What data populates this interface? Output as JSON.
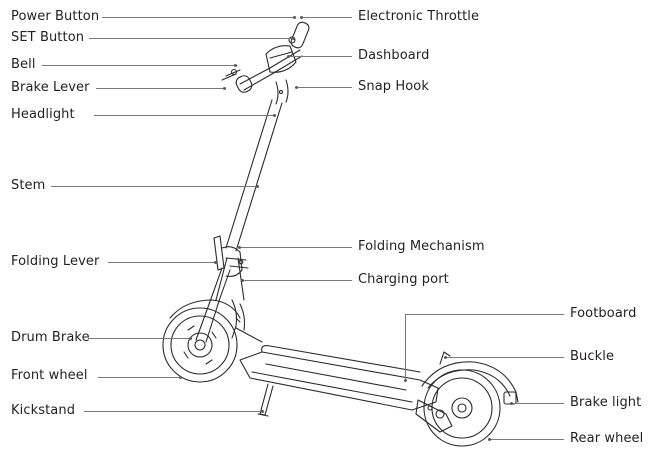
{
  "labels": {
    "power_button": "Power Button",
    "set_button": "SET Button",
    "bell": "Bell",
    "brake_lever": "Brake Lever",
    "headlight": "Headlight",
    "stem": "Stem",
    "folding_lever": "Folding Lever",
    "drum_brake": "Drum Brake",
    "front_wheel": "Front wheel",
    "kickstand": "Kickstand",
    "electronic_throttle": "Electronic Throttle",
    "dashboard": "Dashboard",
    "snap_hook": "Snap Hook",
    "folding_mechanism": "Folding Mechanism",
    "charging_port": "Charging port",
    "footboard": "Footboard",
    "buckle": "Buckle",
    "brake_light": "Brake light",
    "rear_wheel": "Rear wheel"
  }
}
